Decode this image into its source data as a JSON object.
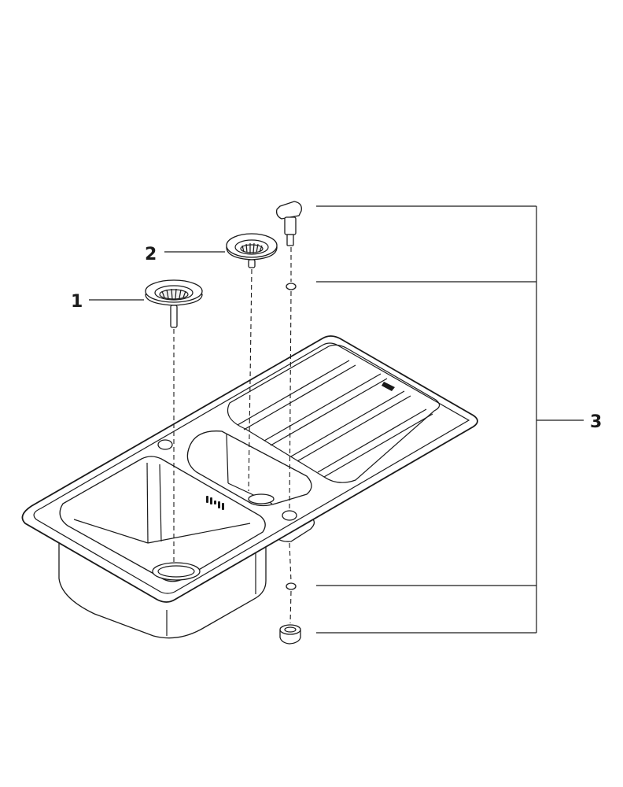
{
  "diagram": {
    "callouts": [
      {
        "id": "1"
      },
      {
        "id": "2"
      },
      {
        "id": "3"
      }
    ]
  }
}
